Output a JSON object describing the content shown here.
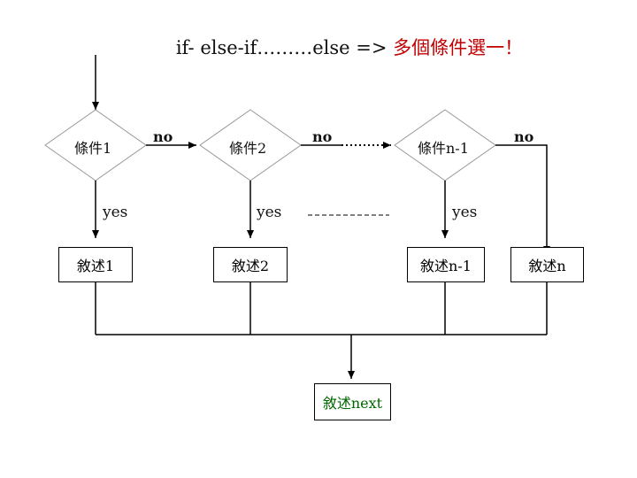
{
  "title_en": "if- else-if………else =>",
  "title_zh": "多個條件選一！",
  "conditions": [
    "條件1",
    "條件2",
    "條件n-1"
  ],
  "yes_label": "yes",
  "no_label": "no",
  "statements": [
    "敘述1",
    "敘述2",
    "敘述n-1",
    "敘述n"
  ],
  "final_statement": "敘述next",
  "colors": {
    "title_zh": "#c00000",
    "final_statement": "#006600",
    "lines": "#000000"
  }
}
